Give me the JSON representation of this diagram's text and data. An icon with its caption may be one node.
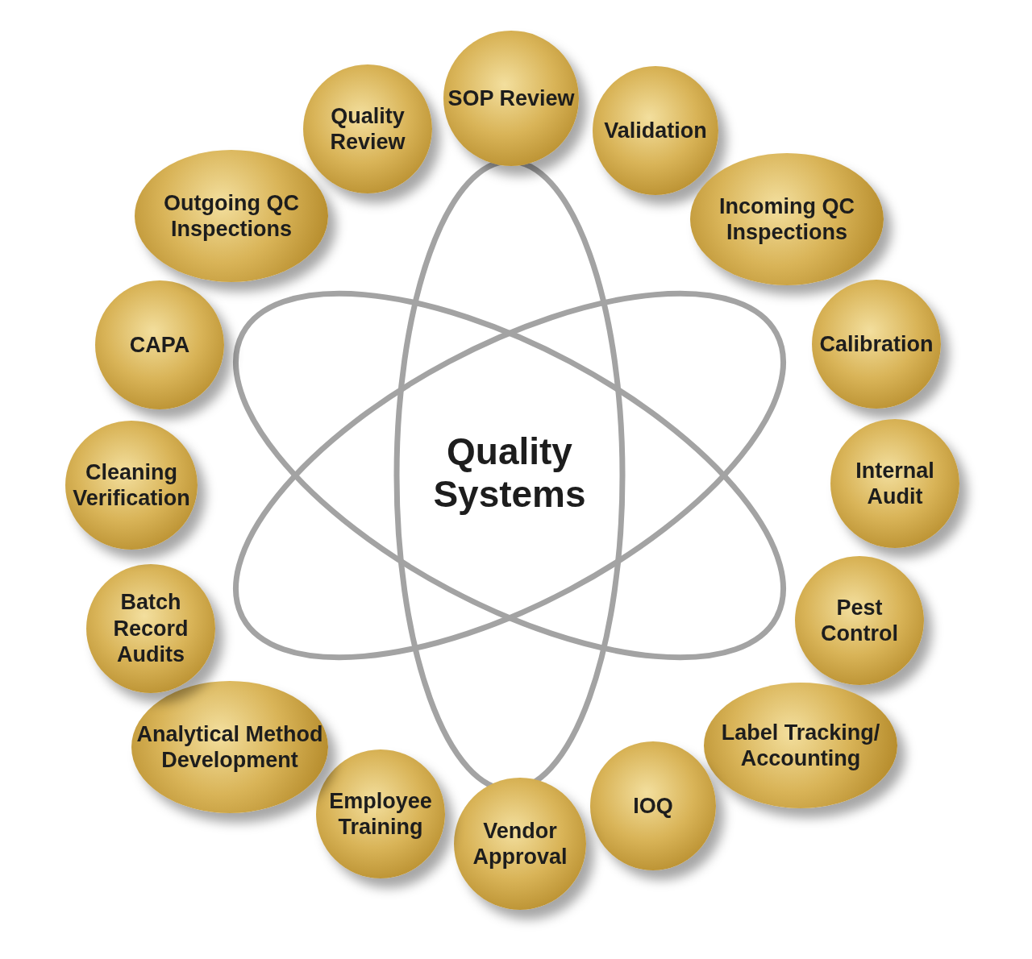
{
  "diagram": {
    "nodes": [
      {
        "text": [
          "Quality Systems"
        ]
      },
      {
        "text": [
          "SOP Review"
        ]
      },
      {
        "text": [
          "Validation"
        ]
      },
      {
        "text": [
          "Incoming QC Inspections"
        ]
      },
      {
        "text": [
          "Calibration"
        ]
      },
      {
        "text": [
          "Internal Audit"
        ]
      },
      {
        "text": [
          "Pest Control"
        ]
      },
      {
        "text": [
          "Label Tracking/ Accounting"
        ]
      },
      {
        "text": [
          "IOQ"
        ]
      },
      {
        "text": [
          "Vendor Approval"
        ]
      },
      {
        "text": [
          "Employee Training"
        ]
      },
      {
        "text": [
          "Analytical Method Development"
        ]
      },
      {
        "text": [
          "Batch Record Audits"
        ]
      },
      {
        "text": [
          "Cleaning Verification"
        ]
      },
      {
        "text": [
          "CAPA"
        ]
      },
      {
        "text": [
          "Outgoing QC Inspections"
        ]
      },
      {
        "text": [
          "Quality Review"
        ]
      }
    ]
  }
}
